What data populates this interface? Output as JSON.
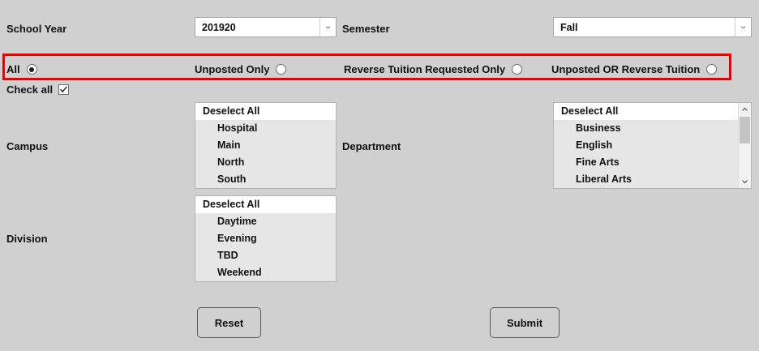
{
  "form": {
    "school_year": {
      "label": "School Year",
      "value": "201920",
      "arrow_icon": "chevron-down-icon"
    },
    "semester": {
      "label": "Semester",
      "value": "Fall",
      "arrow_icon": "chevron-down-icon"
    },
    "filter_radios": {
      "highlight_color": "#ee0000",
      "options": [
        {
          "label": "All",
          "selected": true
        },
        {
          "label": "Unposted Only",
          "selected": false
        },
        {
          "label": "Reverse Tuition Requested Only",
          "selected": false
        },
        {
          "label": "Unposted OR Reverse Tuition",
          "selected": false
        }
      ]
    },
    "check_all": {
      "label": "Check all",
      "checked": true,
      "icon": "checkmark-icon"
    },
    "campus": {
      "label": "Campus",
      "header": "Deselect All",
      "items": [
        "Hospital",
        "Main",
        "North",
        "South"
      ]
    },
    "department": {
      "label": "Department",
      "header": "Deselect All",
      "items": [
        "Business",
        "English",
        "Fine Arts",
        "Liberal Arts"
      ],
      "scrollbar": {
        "up_icon": "chevron-up-icon",
        "down_icon": "chevron-down-icon"
      }
    },
    "division": {
      "label": "Division",
      "header": "Deselect All",
      "items": [
        "Daytime",
        "Evening",
        "TBD",
        "Weekend"
      ]
    },
    "buttons": {
      "reset": "Reset",
      "submit": "Submit"
    }
  }
}
